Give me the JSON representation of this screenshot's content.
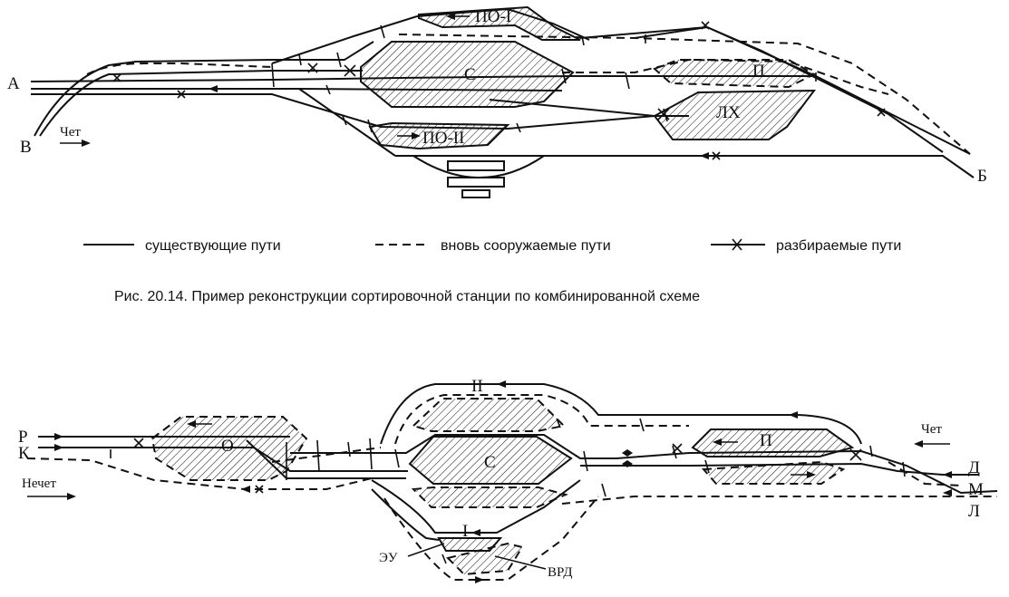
{
  "figure1": {
    "labels": {
      "a": "А",
      "v": "В",
      "b": "Б",
      "po1": "ПО-I",
      "po2": "ПО-II",
      "s": "С",
      "p": "П",
      "lh": "ЛХ",
      "chet": "Чет"
    },
    "legend": {
      "existing": "существующие пути",
      "new": "вновь сооружаемые пути",
      "removed": "разбираемые пути"
    },
    "caption": "Рис. 20.14. Пример реконструкции сортировочной станции по комбинированной схеме"
  },
  "figure2": {
    "labels": {
      "r": "Р",
      "k": "К",
      "nechet": "Нечет",
      "o": "О",
      "ii": "II",
      "s": "С",
      "p": "П",
      "i": "I",
      "eu": "ЭУ",
      "vrd": "ВРД",
      "chet": "Чет",
      "d": "Д",
      "m": "М",
      "l": "Л"
    }
  }
}
